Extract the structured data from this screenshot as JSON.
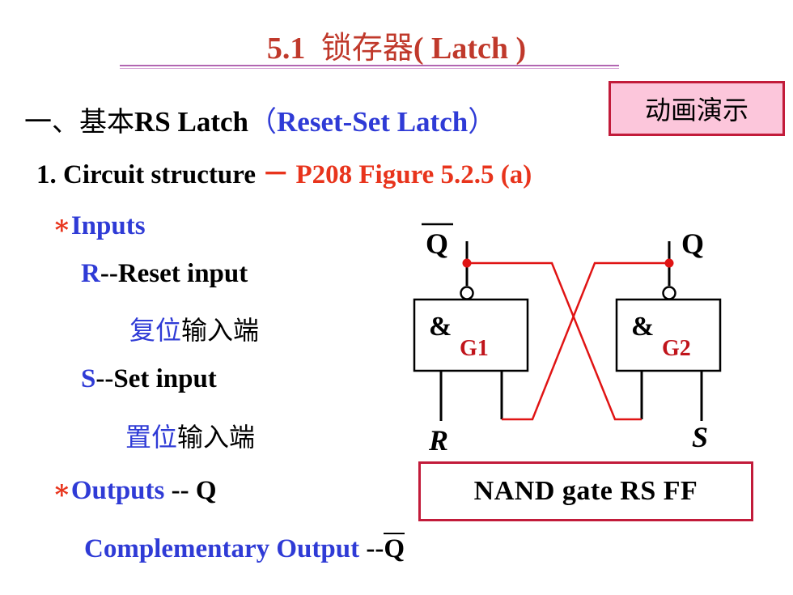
{
  "title": {
    "number": "5.1",
    "cn": "锁存器",
    "en": "( Latch )"
  },
  "heading": {
    "prefix": "一、基本",
    "name": "RS Latch",
    "open": "（",
    "full": "Reset-Set Latch",
    "close": "）"
  },
  "animation_button": "动画演示",
  "circuit": {
    "label": "1. Circuit  structure",
    "dash": "－",
    "ref": "P208 Figure 5.2.5 (a)"
  },
  "inputs": {
    "bullet": "∗",
    "label": "Inputs",
    "r_letter": "R",
    "r_desc": "--Reset  input",
    "r_cn_blue": "复位",
    "r_cn_black": "输入端",
    "s_letter": "S",
    "s_desc": "--Set  input",
    "s_cn_blue": "置位",
    "s_cn_black": "输入端"
  },
  "outputs": {
    "bullet": "∗",
    "label": "Outputs",
    "dashes": " -- Q"
  },
  "complementary": {
    "label": "Complementary Output",
    "dashes": " --",
    "symbol": "Q"
  },
  "diagram": {
    "q_bar": "Q",
    "q": "Q",
    "gate1_sym": "&",
    "gate1_name": "G1",
    "gate2_sym": "&",
    "gate2_name": "G2",
    "r_label": "R",
    "s_label": "S",
    "wire_color": "#e01414",
    "gate_name_color": "#c0141b"
  },
  "gate_caption": "NAND  gate  RS  FF"
}
